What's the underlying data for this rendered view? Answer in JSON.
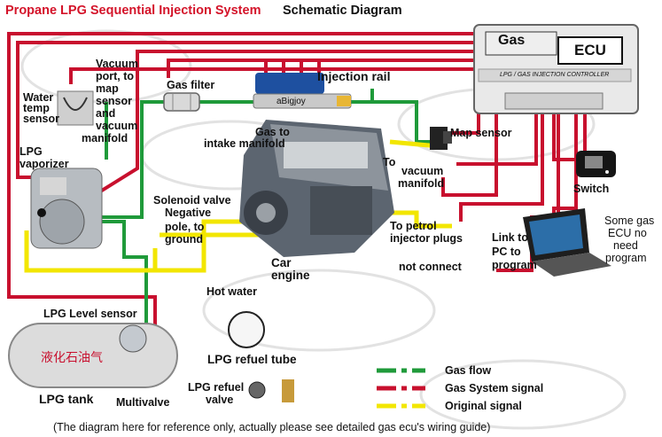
{
  "title": {
    "part1": "Propane LPG Sequential Injection System",
    "part2": "Schematic Diagram"
  },
  "ecu": {
    "gas": "Gas",
    "ecu": "ECU",
    "strip": "LPG / GAS INJECTION CONTROLLER"
  },
  "labels": {
    "vacuum_port": [
      "Vacuum",
      "port, to",
      "map",
      "sensor",
      "and",
      "vacuum",
      "manifold"
    ],
    "water_temp": [
      "Water",
      "temp",
      "sensor"
    ],
    "gas_filter": "Gas filter",
    "injection_rail": "Injection rail",
    "rail_brand": "aBigjoy",
    "gas_to_manifold": [
      "Gas to",
      "intake manifold"
    ],
    "lpg_vaporizer": [
      "LPG",
      "vaporizer"
    ],
    "map_sensor": "Map sensor",
    "to_vacuum": [
      "To",
      "vacuum",
      "manifold"
    ],
    "switch": "Switch",
    "solenoid": "Solenoid valve",
    "negative_pole": [
      "Negative",
      "pole, to",
      "ground"
    ],
    "petrol_plugs": [
      "To petrol",
      "injector plugs"
    ],
    "link_pc": [
      "Link to",
      "PC to",
      "program"
    ],
    "some_gas_ecu": [
      "Some gas",
      "ECU no",
      "need",
      "program"
    ],
    "car_engine": [
      "Car",
      "engine"
    ],
    "not_connect": "not connect",
    "hot_water": "Hot water",
    "lpg_level": "LPG Level sensor",
    "lpg_refuel_tube": "LPG refuel tube",
    "lpg_refuel_valve": [
      "LPG refuel",
      "valve"
    ],
    "lpg_tank": "LPG tank",
    "multivalve": "Multivalve",
    "tank_chinese": "液化石油气"
  },
  "legend": [
    {
      "label": "Gas flow",
      "color": "#1f9a3a"
    },
    {
      "label": "Gas System signal",
      "color": "#c8102e"
    },
    {
      "label": "Original signal",
      "color": "#f2e600"
    }
  ],
  "footnote": "(The diagram here for reference only, actually please see detailed gas ecu's wiring guide)",
  "colors": {
    "red": "#c8102e",
    "green": "#1f9a3a",
    "yellow": "#f2e600",
    "title_red": "#d4142a"
  }
}
